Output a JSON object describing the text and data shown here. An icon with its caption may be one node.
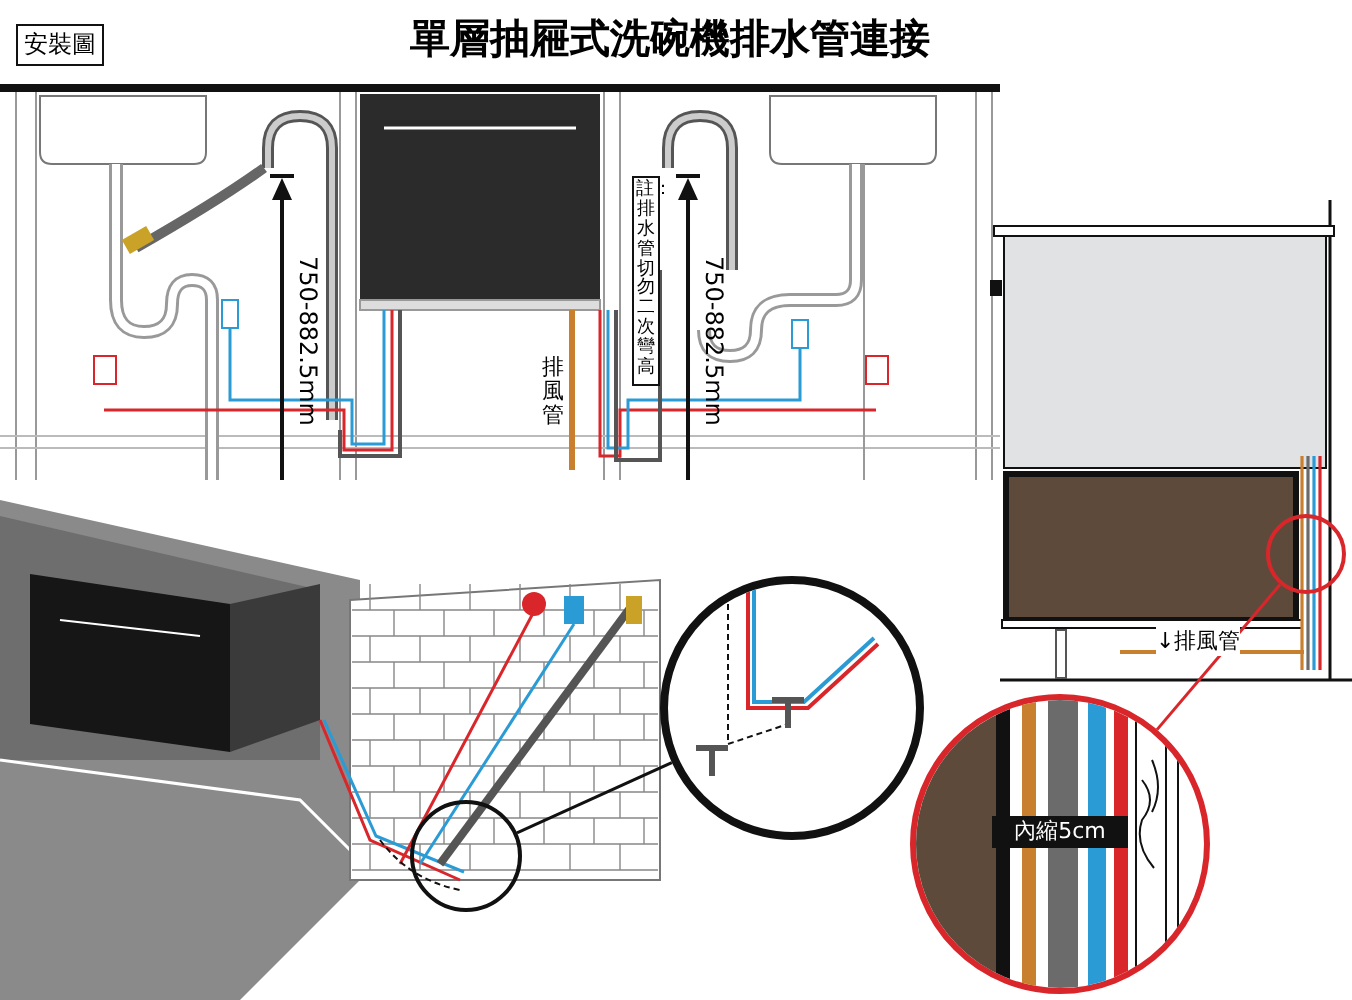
{
  "diagram": {
    "title": "單層抽屜式洗碗機排水管連接",
    "nodes": [
      {
        "text": [],
        "shape": "circle"
      },
      {
        "text": [
          "內縮5cm"
        ]
      },
      {
        "text": [],
        "shape": "circle"
      },
      {
        "text": [],
        "shape": "circle"
      }
    ],
    "edges": [
      {
        "from": 0,
        "to": 1,
        "arrow": "none",
        "color": "#d9262b"
      },
      {
        "from": 2,
        "to": 3,
        "arrow": "none",
        "color": "#111111"
      }
    ],
    "labels": [
      "安裝圖",
      "750-882.5mm",
      "註：排水管切勿二次彎高",
      "750-882.5mm",
      "排風管",
      "↓排風管"
    ]
  }
}
